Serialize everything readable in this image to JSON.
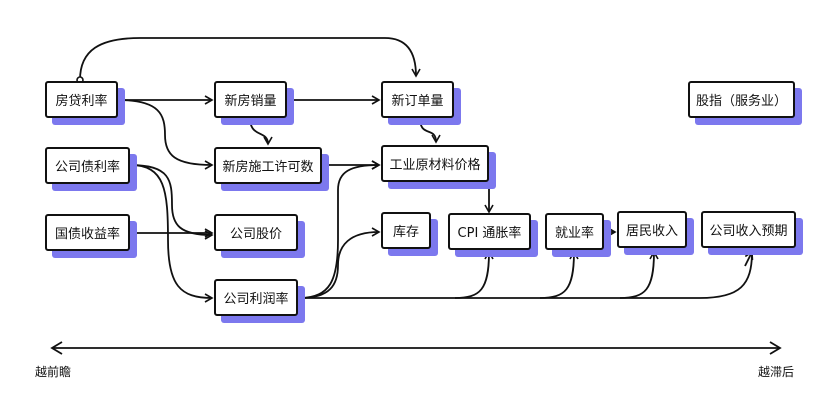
{
  "colors": {
    "node_shadow": "#7c78ee",
    "stroke": "#111111",
    "background": "#ffffff"
  },
  "nodes": {
    "mortgage_rate": "房贷利率",
    "new_home_sales": "新房销量",
    "new_orders": "新订单量",
    "stock_index_services": "股指（服务业）",
    "corp_bond_rate": "公司债利率",
    "new_construction_permits": "新房施工许可数",
    "industrial_material_prices": "工业原材料价格",
    "treasury_yield": "国债收益率",
    "company_stock_price": "公司股价",
    "inventory": "库存",
    "cpi_inflation": "CPI 通胀率",
    "employment_rate": "就业率",
    "resident_income": "居民收入",
    "company_income_expectation": "公司收入预期",
    "company_profit_margin": "公司利润率"
  },
  "axis": {
    "left_label": "越前瞻",
    "right_label": "越滞后"
  }
}
